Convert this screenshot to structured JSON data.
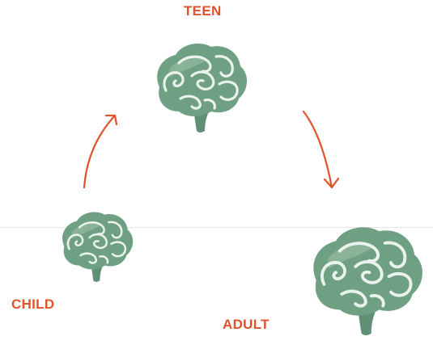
{
  "diagram": {
    "stages": [
      {
        "id": "teen",
        "label": "TEEN"
      },
      {
        "id": "child",
        "label": "CHILD"
      },
      {
        "id": "adult",
        "label": "ADULT"
      }
    ],
    "colors": {
      "label": "#e0532a",
      "arrow": "#e0532a",
      "brain_fill": "#6fa083",
      "brain_highlight": "#9cc3a7",
      "brain_outline": "#e9f2ec",
      "stem": "#5f8f74"
    },
    "icons": {
      "brain": "brain-icon",
      "arrow": "arrow-icon"
    }
  }
}
